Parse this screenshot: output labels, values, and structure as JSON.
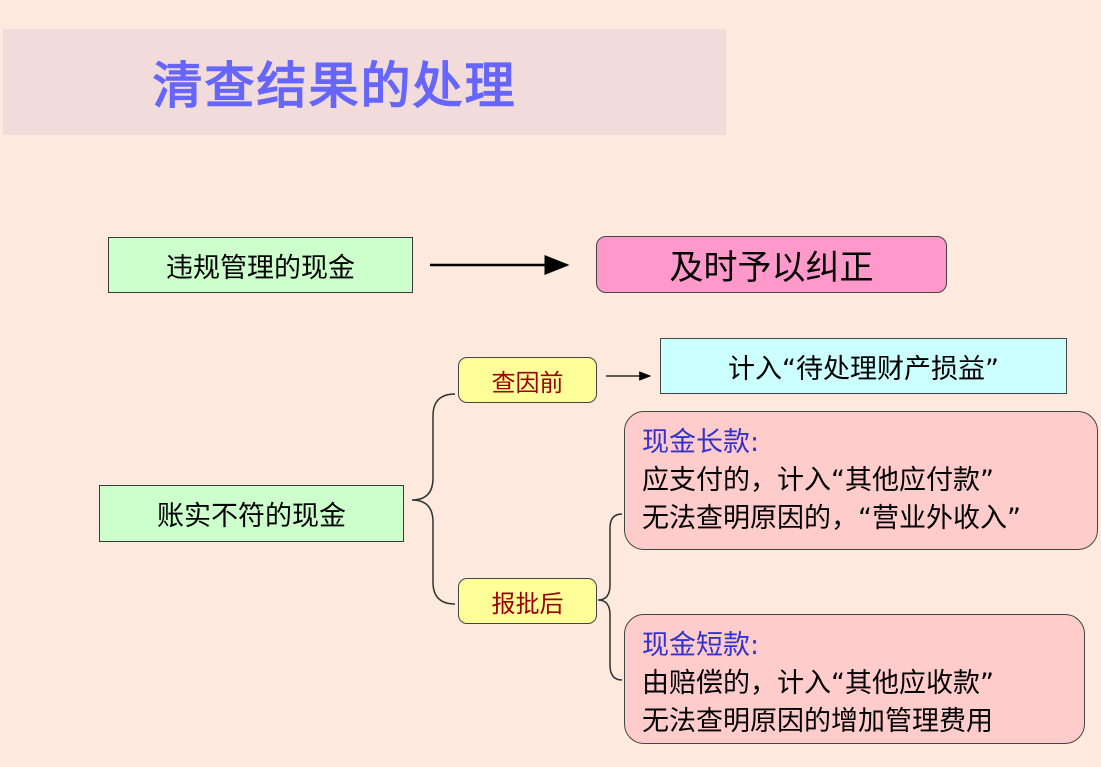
{
  "title": "清查结果的处理",
  "nodes": {
    "irregular_cash": "违规管理的现金",
    "correct_timely": "及时予以纠正",
    "mismatch_cash": "账实不符的现金",
    "before_investigation": "查因前",
    "pending_loss": "计入“待处理财产损益”",
    "after_approval": "报批后"
  },
  "cash_overage": {
    "heading": "现金长款:",
    "line1": "应支付的，计入“其他应付款”",
    "line2": "无法查明原因的，“营业外收入”"
  },
  "cash_shortage": {
    "heading": "现金短款:",
    "line1": "由赔偿的，计入“其他应收款”",
    "line2": "无法查明原因的增加管理费用"
  }
}
